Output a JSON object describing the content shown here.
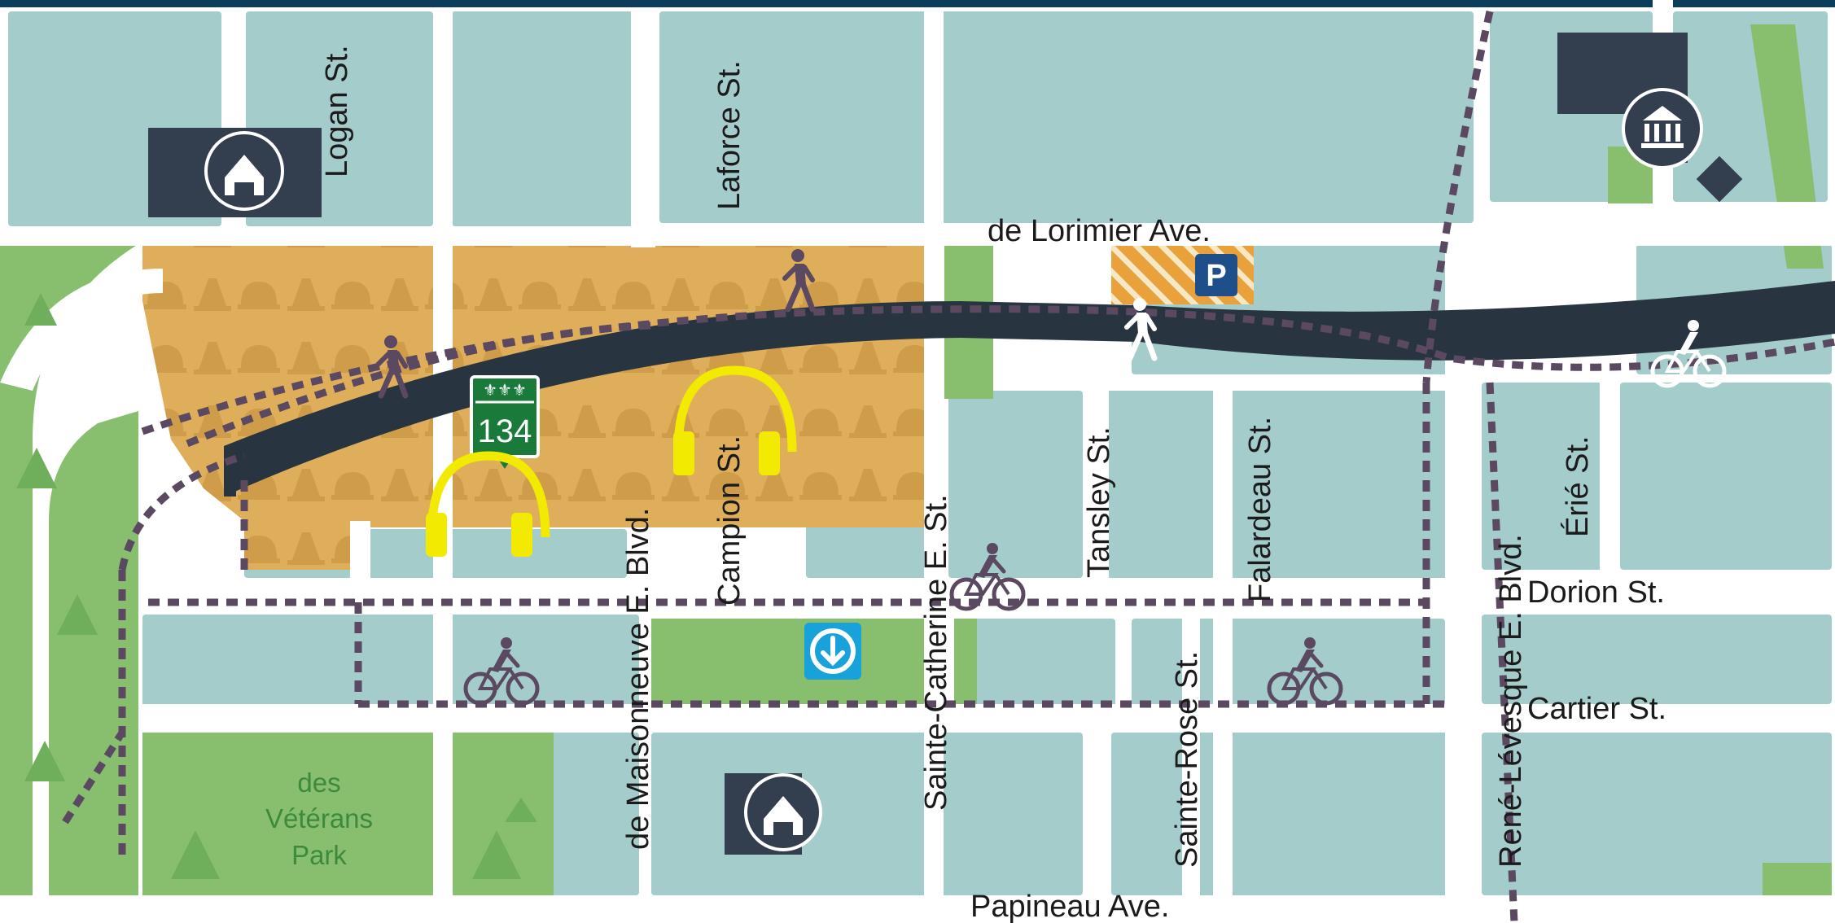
{
  "colors": {
    "header": "#0c3d5a",
    "block": "#a3cccb",
    "road": "#ffffff",
    "highway": "#283540",
    "construction": "#dfae5a",
    "construction_pattern": "#cf9c4a",
    "park": "#87bf6f",
    "park_tree": "#6fae5a",
    "bike_path": "#5a4960",
    "landmark_bg": "#333e4e",
    "metro": "#19a2d9",
    "parking": "#1f4f8a",
    "parking_lot": "#e9a23b",
    "headphones": "#f2ea00"
  },
  "streets": {
    "logan": "Logan St.",
    "laforce": "Laforce St.",
    "lorimier": "de Lorimier Ave.",
    "maisonneuve": "de Maisonneuve E. Blvd.",
    "campion": "Campion St.",
    "sainte_catherine": "Sainte-Catherine E. St.",
    "tansley": "Tansley St.",
    "falardeau": "Falardeau St.",
    "sainte_rose": "Sainte-Rose St.",
    "rene_levesque": "René-Lévesque E. Blvd.",
    "erie": "Érié St.",
    "dorion": "Dorion St.",
    "cartier": "Cartier St.",
    "papineau": "Papineau Ave."
  },
  "park": {
    "line1": "des",
    "line2": "Vétérans",
    "line3": "Park"
  },
  "route_shield": {
    "number": "134",
    "emblem": "⚜⚜⚜"
  },
  "icons": {
    "parking_letter": "P",
    "school": "school-icon",
    "museum": "museum-icon",
    "metro": "metro-icon",
    "pedestrian": "pedestrian-icon",
    "cyclist": "cyclist-icon",
    "headphones": "headphones-icon"
  }
}
